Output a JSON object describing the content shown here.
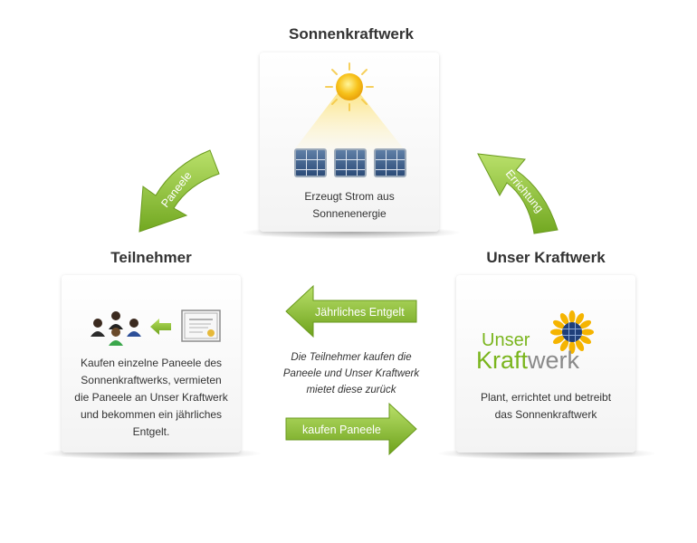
{
  "top": {
    "heading": "Sonnenkraftwerk",
    "description_line1": "Erzeugt Strom aus",
    "description_line2": "Sonnenenergie"
  },
  "left": {
    "heading": "Teilnehmer",
    "description_lines": [
      "Kaufen einzelne Paneele des",
      "Sonnenkraftwerks, vermieten",
      "die Paneele an Unser Kraftwerk",
      "und bekommen ein jährliches",
      "Entgelt."
    ]
  },
  "right": {
    "heading": "Unser Kraftwerk",
    "logo_line1": "Unser",
    "logo_line2_dark": "Kraft",
    "logo_line2_light": "werk",
    "description_line1": "Plant, errichtet und betreibt",
    "description_line2": "das Sonnenkraftwerk"
  },
  "arrows": {
    "paneele": "Paneele",
    "errichtung": "Errichtung",
    "jaehrliches_entgelt": "Jährliches Entgelt",
    "kaufen_paneele": "kaufen Paneele"
  },
  "middle_note": {
    "line1": "Die Teilnehmer kaufen die",
    "line2": "Paneele und Unser Kraftwerk",
    "line3": "mietet diese zurück"
  },
  "colors": {
    "green_light": "#a6d44a",
    "green_dark": "#6ea21c",
    "logo_green": "#7ab51d",
    "logo_gray": "#8a8a8a",
    "sun": "#f7c21b"
  }
}
